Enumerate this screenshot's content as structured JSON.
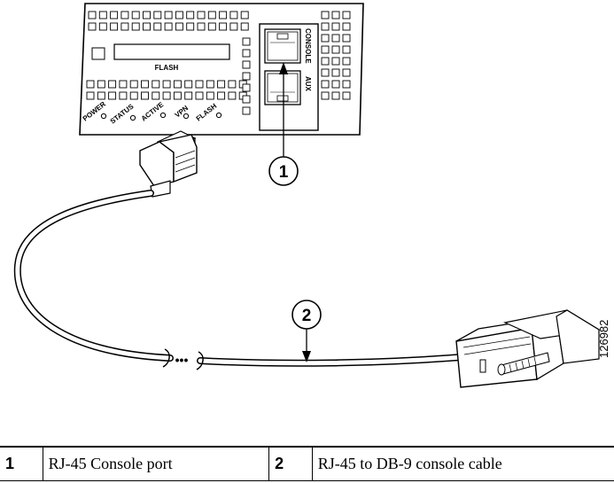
{
  "router": {
    "flash_slot_label": "FLASH",
    "led_labels": [
      "POWER",
      "STATUS",
      "ACTIVE",
      "VPN",
      "FLASH"
    ],
    "port_labels": [
      "CONSOLE",
      "AUX"
    ]
  },
  "callouts": [
    "1",
    "2"
  ],
  "cable_break": "•••",
  "figure_number": "126982",
  "legend": [
    {
      "number": "1",
      "text": "RJ-45 Console port"
    },
    {
      "number": "2",
      "text": "RJ-45 to DB-9 console cable"
    }
  ]
}
